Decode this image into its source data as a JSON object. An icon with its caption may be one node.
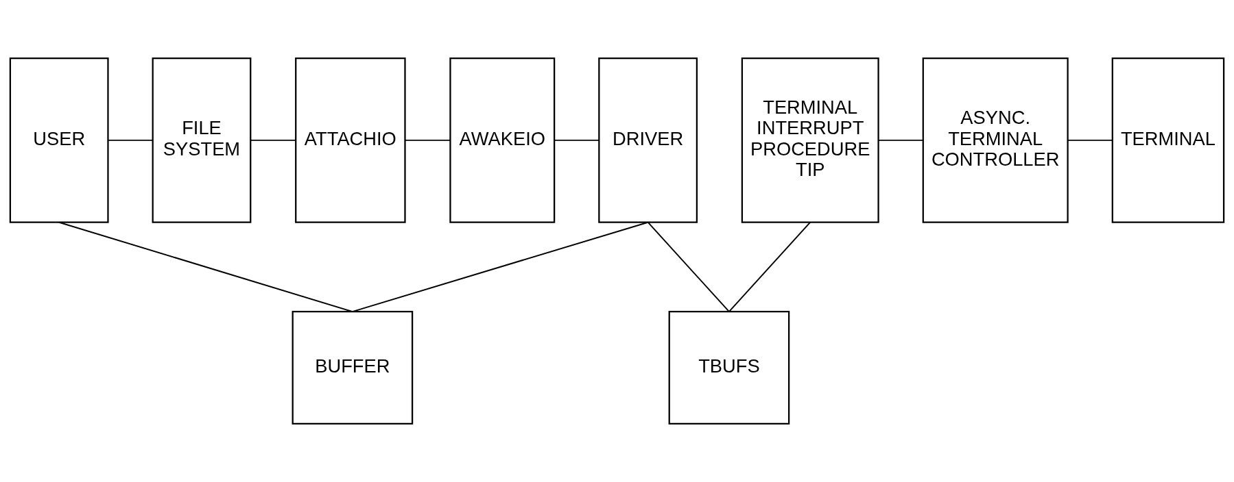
{
  "diagram": {
    "nodes": [
      {
        "text": [
          "USER"
        ]
      },
      {
        "text": [
          "FILE SYSTEM"
        ]
      },
      {
        "text": [
          "ATTACHIO"
        ]
      },
      {
        "text": [
          "AWAKEIO"
        ]
      },
      {
        "text": [
          "DRIVER"
        ]
      },
      {
        "text": [
          "TERMINAL INTERRUPT PROCEDURE",
          "TIP"
        ]
      },
      {
        "text": [
          "ASYNC. TERMINAL CONTROLLER"
        ]
      },
      {
        "text": [
          "TERMINAL"
        ]
      },
      {
        "text": [
          "BUFFER"
        ]
      },
      {
        "text": [
          "TBUFS"
        ]
      }
    ],
    "edges": [
      {
        "from": 0,
        "to": 1,
        "arrow": "none"
      },
      {
        "from": 1,
        "to": 2,
        "arrow": "none"
      },
      {
        "from": 2,
        "to": 3,
        "arrow": "none"
      },
      {
        "from": 3,
        "to": 4,
        "arrow": "none"
      },
      {
        "from": 5,
        "to": 6,
        "arrow": "none"
      },
      {
        "from": 6,
        "to": 7,
        "arrow": "none"
      },
      {
        "from": 0,
        "to": 8,
        "arrow": "none"
      },
      {
        "from": 4,
        "to": 8,
        "arrow": "none"
      },
      {
        "from": 4,
        "to": 9,
        "arrow": "none"
      },
      {
        "from": 5,
        "to": 9,
        "arrow": "none"
      }
    ]
  }
}
